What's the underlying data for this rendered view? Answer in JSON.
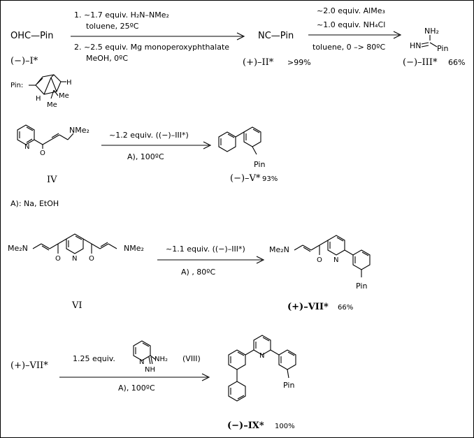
{
  "scheme": {
    "s1": {
      "reactant": "OHC—Pin",
      "reactant_label": "(−)–I*",
      "cond1": "1. ~1.7 equiv. H₂N–NMe₂",
      "cond2": "toluene, 25ºC",
      "cond3": "2. ~2.5 equiv. Mg monoperoxyphthalate",
      "cond4": "MeOH,  0ºC",
      "product": "NC—Pin",
      "product_label": "(+)–II*",
      "product_yield": ">99%",
      "cond5": "~2.0 equiv. AlMe₃",
      "cond6": "~1.0 equiv. NH₄Cl",
      "cond7": "toluene, 0 –> 80ºC",
      "amidine_nh2": "NH₂",
      "amidine_hn": "HN",
      "amidine_pin": "Pin",
      "final_label": "(−)–III*",
      "final_yield": "66%"
    },
    "pin": {
      "label": "Pin:",
      "H1": "H",
      "H2": "H",
      "Me1": "Me",
      "Me2": "Me"
    },
    "s2": {
      "nme2": "NMe₂",
      "O": "O",
      "N": "N",
      "label": "IV",
      "cond1": "~1.2 equiv. ((−)–III*)",
      "cond2": "A), 100ºC",
      "prod_pin": "Pin",
      "prod_label": "(−)–V*",
      "prod_yield": "93%",
      "footnote": "A): Na, EtOH"
    },
    "s3": {
      "me2n": "Me₂N",
      "nme2": "NMe₂",
      "label": "VI",
      "cond1": "~1.1 equiv. ((−)–III*)",
      "cond2": "A) , 80ºC",
      "prod_me2n": "Me₂N",
      "prod_pin": "Pin",
      "prod_label": "(+)–VII*",
      "prod_yield": "66%"
    },
    "s4": {
      "reactant_label": "(+)–VII*",
      "cond_equiv": "1.25 equiv.",
      "amidine_nh": "NH",
      "amidine_nh2": "NH₂",
      "reagent_label": "(VIII)",
      "cond2": "A), 100ºC",
      "prod_pin": "Pin",
      "prod_label": "(−)–IX*",
      "prod_yield": "100%"
    }
  }
}
